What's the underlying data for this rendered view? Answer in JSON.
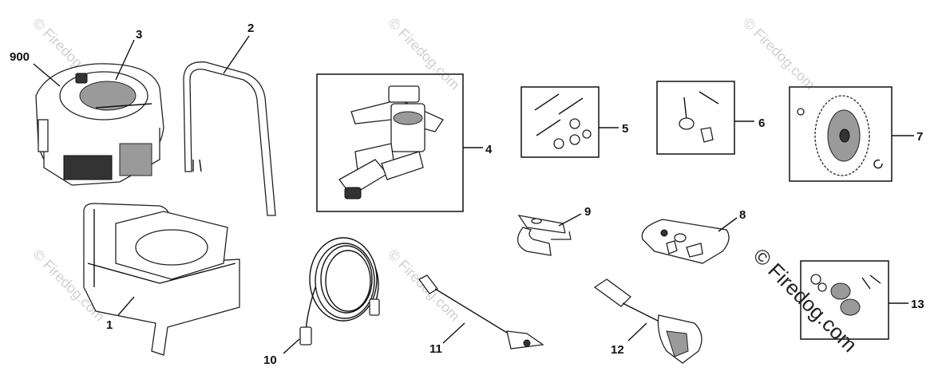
{
  "diagram": {
    "callouts": {
      "engine": "900",
      "engine_top": "3",
      "handle": "2",
      "pump": "4",
      "bolt_kit": "5",
      "hardware_kit": "6",
      "wheel": "7",
      "nozzle_kit": "8",
      "hose_clip": "9",
      "hose": "10",
      "wand": "11",
      "spray_gun": "12",
      "wheel_kit": "13",
      "frame": "1"
    },
    "watermark": {
      "small_text": "© Firedog.com",
      "large_text": "© Firedog.com"
    },
    "colors": {
      "line": "#111111",
      "watermark_light": "#d0d0d0",
      "background": "#ffffff"
    }
  }
}
